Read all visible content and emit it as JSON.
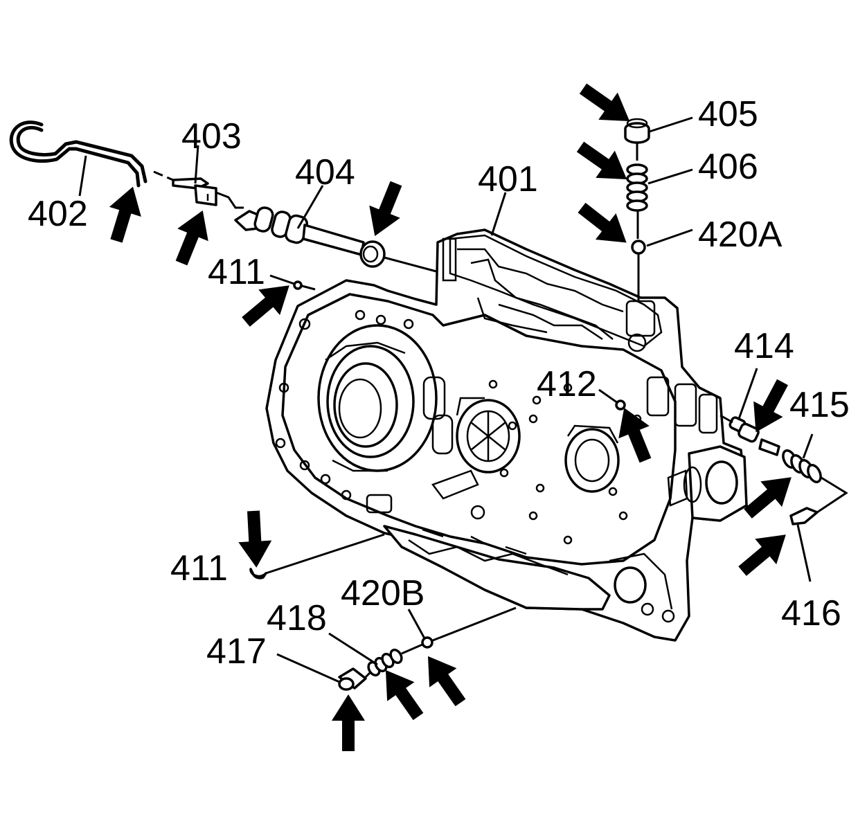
{
  "diagram": {
    "callouts": {
      "c401": "401",
      "c402": "402",
      "c403": "403",
      "c404": "404",
      "c405": "405",
      "c406": "406",
      "c411_top": "411",
      "c411_bottom": "411",
      "c412": "412",
      "c414": "414",
      "c415": "415",
      "c416": "416",
      "c417": "417",
      "c418": "418",
      "c420A": "420A",
      "c420B": "420B"
    },
    "arrow_icon": "filled-arrow-icon"
  }
}
